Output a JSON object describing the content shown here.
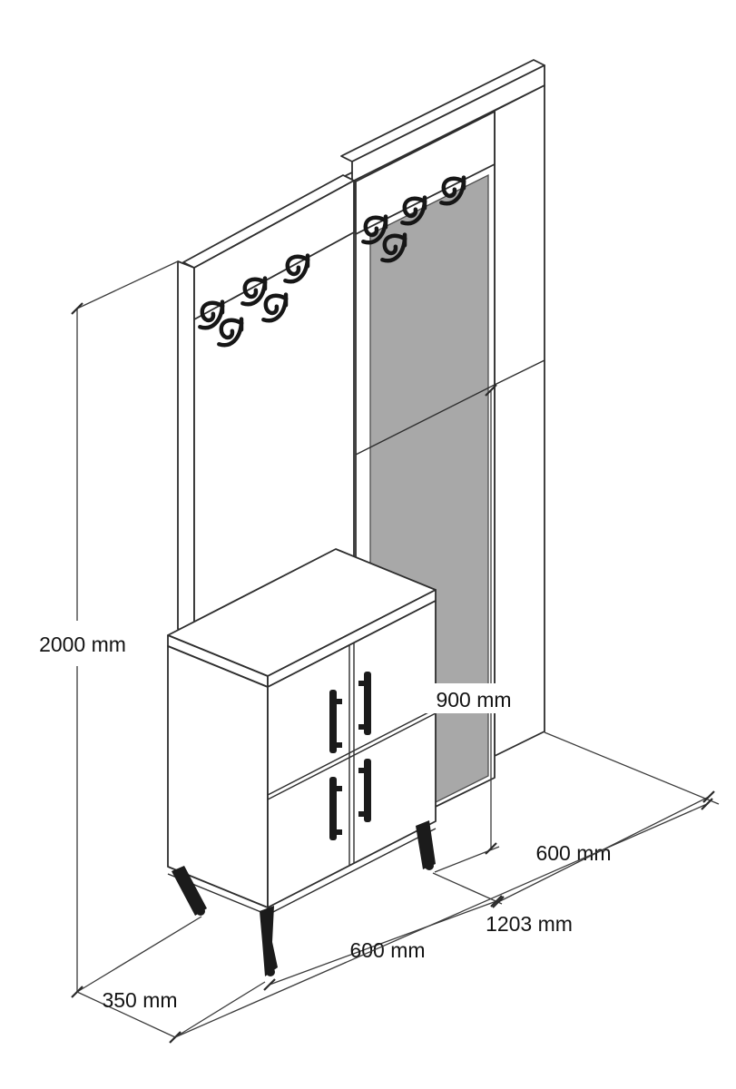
{
  "drawing": {
    "colors": {
      "mirror": "#a8a8a8"
    },
    "dimension_labels": {
      "total_height": "2000 mm",
      "mirror_column_height": "900 mm",
      "right_section_width": "600 mm",
      "total_width": "1203 mm",
      "cabinet_width": "600 mm",
      "depth": "350 mm"
    }
  }
}
